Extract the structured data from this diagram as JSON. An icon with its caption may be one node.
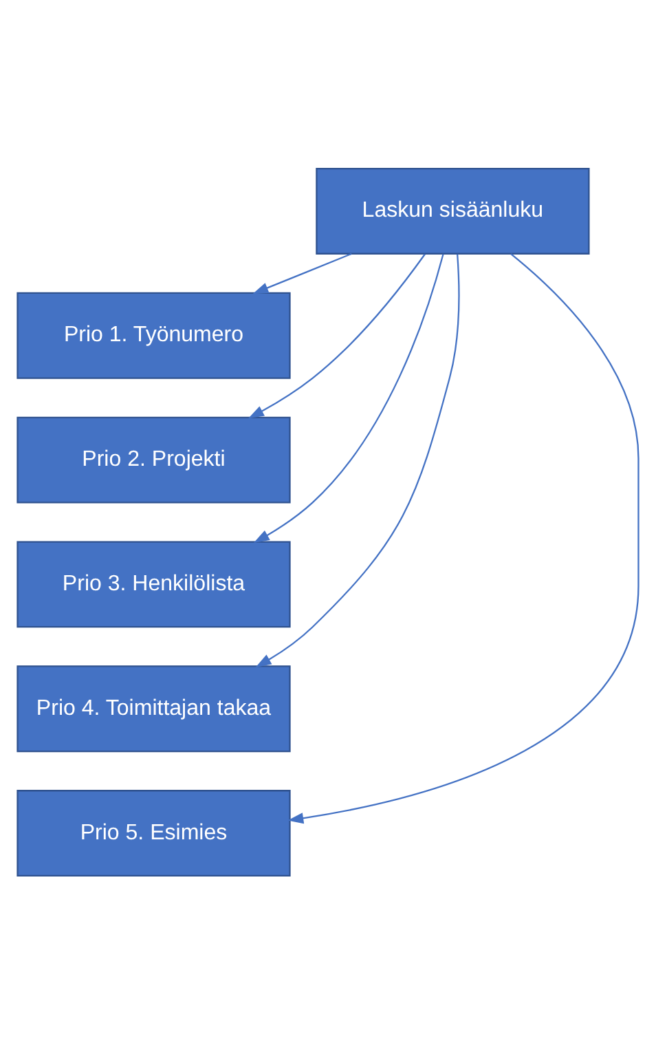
{
  "diagram": {
    "nodes": [
      {
        "text": [
          "Laskun sisäänluku"
        ]
      },
      {
        "text": [
          "Prio 1. Työnumero"
        ]
      },
      {
        "text": [
          "Prio 2. Projekti"
        ]
      },
      {
        "text": [
          "Prio 3. Henkilölista"
        ]
      },
      {
        "text": [
          "Prio 4. Toimittajan takaa"
        ]
      },
      {
        "text": [
          "Prio 5. Esimies"
        ]
      }
    ],
    "edges": [
      {
        "from": 0,
        "to": 1,
        "arrow": "to"
      },
      {
        "from": 0,
        "to": 2,
        "arrow": "to"
      },
      {
        "from": 0,
        "to": 3,
        "arrow": "to"
      },
      {
        "from": 0,
        "to": 4,
        "arrow": "to"
      },
      {
        "from": 0,
        "to": 5,
        "arrow": "to"
      }
    ]
  }
}
